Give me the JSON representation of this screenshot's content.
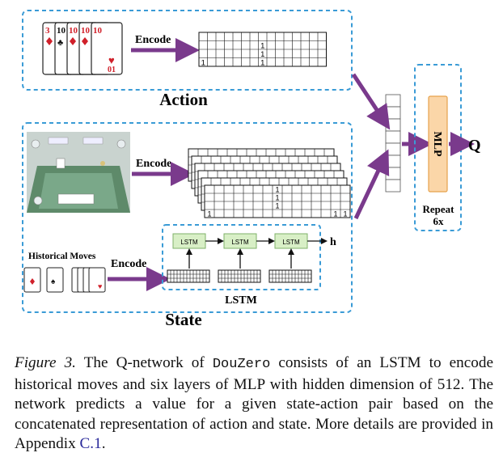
{
  "figure": {
    "action_box_label": "Action",
    "state_box_label": "State",
    "encode_label": "Encode",
    "historical_moves_label": "Historical Moves",
    "lstm_cell_label": "LSTM",
    "lstm_block_label": "LSTM",
    "lstm_output_label": "h",
    "mlp_label": "MLP",
    "repeat_label": "Repeat",
    "repeat_count": "6x",
    "output_label": "Q",
    "action_cards": [
      "3",
      "10",
      "10",
      "10",
      "10"
    ],
    "action_card_bottom": "01",
    "matrix_ones": "1",
    "accent_colors": {
      "dash_border": "#3a9bd6",
      "arrow": "#7a3a8c",
      "mlp_fill": "#fbd6a8",
      "mlp_border": "#e6a24c",
      "lstm_fill": "#d8efc6",
      "lstm_border": "#7fb26a"
    }
  },
  "caption": {
    "figure_label": "Figure 3.",
    "text_1": " The Q-network of ",
    "system_name": "DouZero",
    "text_2": " consists of an LSTM to encode historical moves and six layers of MLP with hidden dimension of 512. The network predicts a value for a given state-action pair based on the concatenated representation of action and state. More details are provided in Appendix ",
    "appendix_ref": "C.1",
    "text_3": "."
  }
}
